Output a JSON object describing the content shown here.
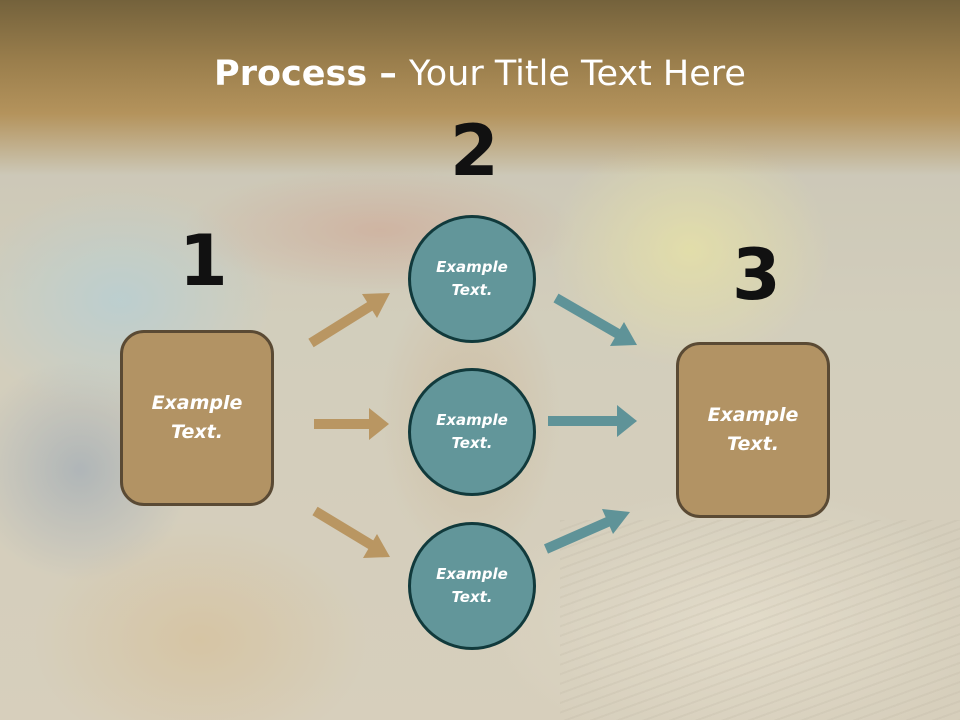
{
  "slide": {
    "title_bold": "Process",
    "title_dash": " – ",
    "title_rest": "Your Title Text Here"
  },
  "steps": {
    "one": "1",
    "two": "2",
    "three": "3"
  },
  "nodes": {
    "left_line1": "Example",
    "left_line2": "Text.",
    "top_line1": "Example",
    "top_line2": "Text.",
    "mid_line1": "Example",
    "mid_line2": "Text.",
    "bottom_line1": "Example",
    "bottom_line2": "Text.",
    "right_line1": "Example",
    "right_line2": "Text."
  },
  "colors": {
    "box_fill": "#b29364",
    "circle_fill": "#62969a",
    "tan_arrow": "#b99662",
    "teal_arrow": "#5f9398",
    "header_band": "#9a7e4c"
  }
}
